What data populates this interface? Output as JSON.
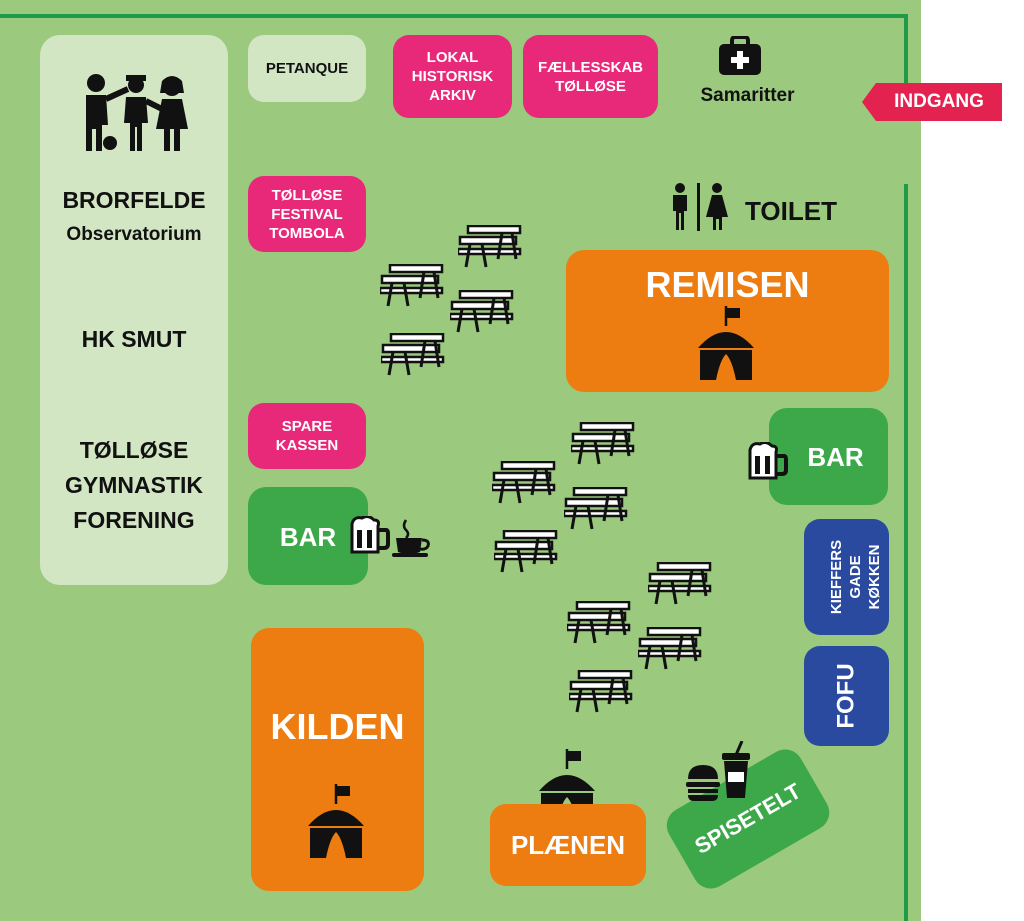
{
  "map": {
    "entrance_label": "INDGANG",
    "first_aid_label": "Samaritter",
    "toilet_label": "TOILET",
    "left_column": {
      "brorfelde_title": "BRORFELDE",
      "brorfelde_subtitle": "Observatorium",
      "hk_smut": "HK SMUT",
      "gymnastik": "TØLLØSE\nGYMNASTIK\nFORENING"
    },
    "stands": {
      "petanque": "PETANQUE",
      "lokal_arkiv": "LOKAL\nHISTORISK\nARKIV",
      "faellesskab": "FÆLLESSKAB\nTØLLØSE",
      "tombola": "TØLLØSE\nFESTIVAL\nTOMBOLA",
      "spare_kassen": "SPARE\nKASSEN",
      "bar_left": "BAR",
      "bar_right": "BAR",
      "kieffers": "KIEFFERS\nGADE\nKØKKEN",
      "fofu": "FOFU",
      "spisetelt": "SPISETELT"
    },
    "stages": {
      "remisen": "REMISEN",
      "kilden": "KILDEN",
      "plaenen": "PLÆNEN"
    },
    "colors": {
      "field": "#9bc97e",
      "fence": "#1f9a46",
      "pale_block": "#d3e6c4",
      "pink_stand": "#e8297a",
      "stage": "#ee7d11",
      "bar": "#3ca84a",
      "food_stand": "#2a4aa0",
      "entrance": "#e3224f"
    },
    "icons": [
      "people-icon",
      "first-aid-icon",
      "toilet-icon",
      "tent-icon",
      "beer-icon",
      "coffee-icon",
      "burger-icon",
      "drink-icon",
      "picnic-table-icon"
    ]
  }
}
